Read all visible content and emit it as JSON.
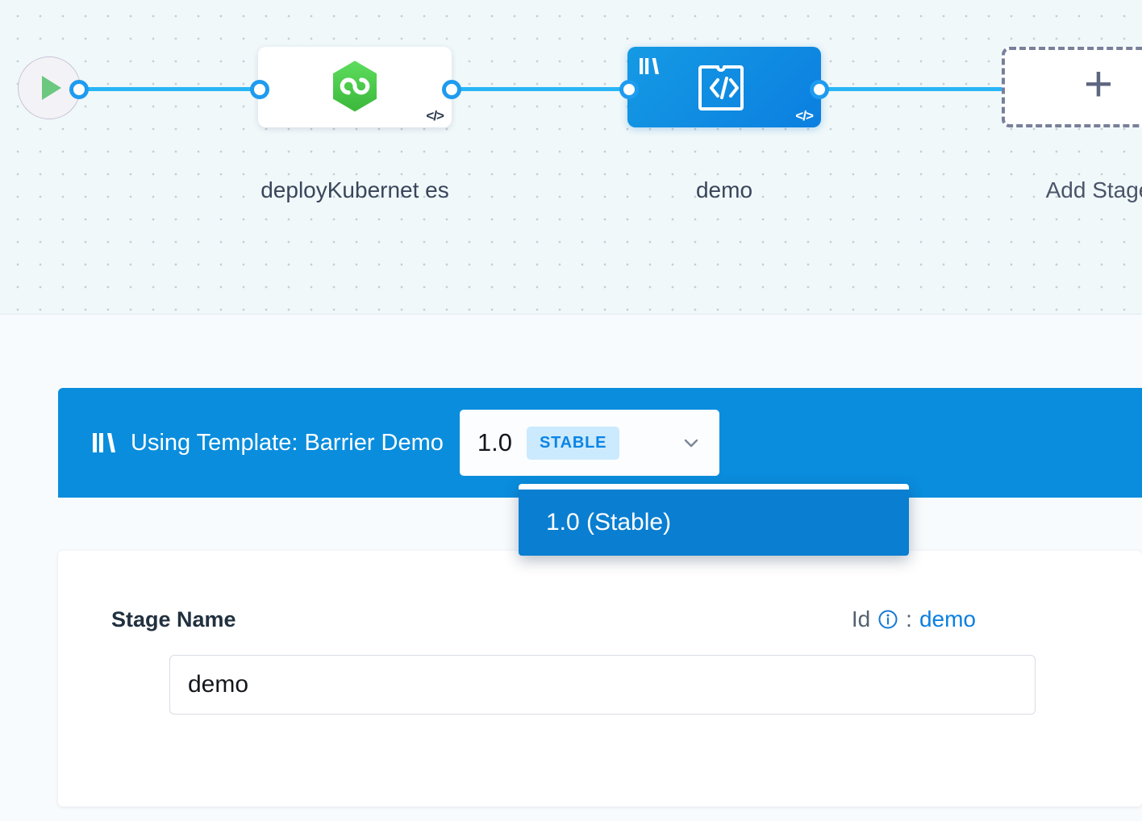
{
  "canvas": {
    "start_node": {
      "icon": "play-icon"
    },
    "nodes": [
      {
        "id": "deployKubernetes",
        "label": "deployKubernet es",
        "icon": "harness-hexagon-icon",
        "corner_icon": "code-icon",
        "selected": false
      },
      {
        "id": "demo",
        "label": "demo",
        "icon": "custom-stage-code-icon",
        "corner_icon": "code-icon",
        "library_icon": "template-library-icon",
        "selected": true
      }
    ],
    "add_stage": {
      "label": "Add Stage",
      "icon": "plus-icon"
    }
  },
  "template_banner": {
    "library_icon": "template-library-icon",
    "text": "Using Template: Barrier Demo",
    "version_select": {
      "value": "1.0",
      "badge": "STABLE",
      "chevron_icon": "chevron-down-icon"
    },
    "dropdown": {
      "options": [
        {
          "label": "1.0 (Stable)",
          "selected": true
        }
      ]
    }
  },
  "details": {
    "stage_name_label": "Stage Name",
    "id_label": "Id",
    "id_info_icon": "info-circle-icon",
    "id_separator": ":",
    "id_value": "demo",
    "stage_name_input": {
      "value": "demo",
      "placeholder": "Stage Name"
    }
  },
  "colors": {
    "accent_blue": "#0a8ddd",
    "edge_blue": "#29b5f6",
    "node_selected_blue": "#0b7fe0",
    "badge_bg": "#cbeafd",
    "badge_text": "#0b84e5",
    "canvas_bg": "#f0f8fa",
    "link_blue": "#0b7fe0"
  }
}
